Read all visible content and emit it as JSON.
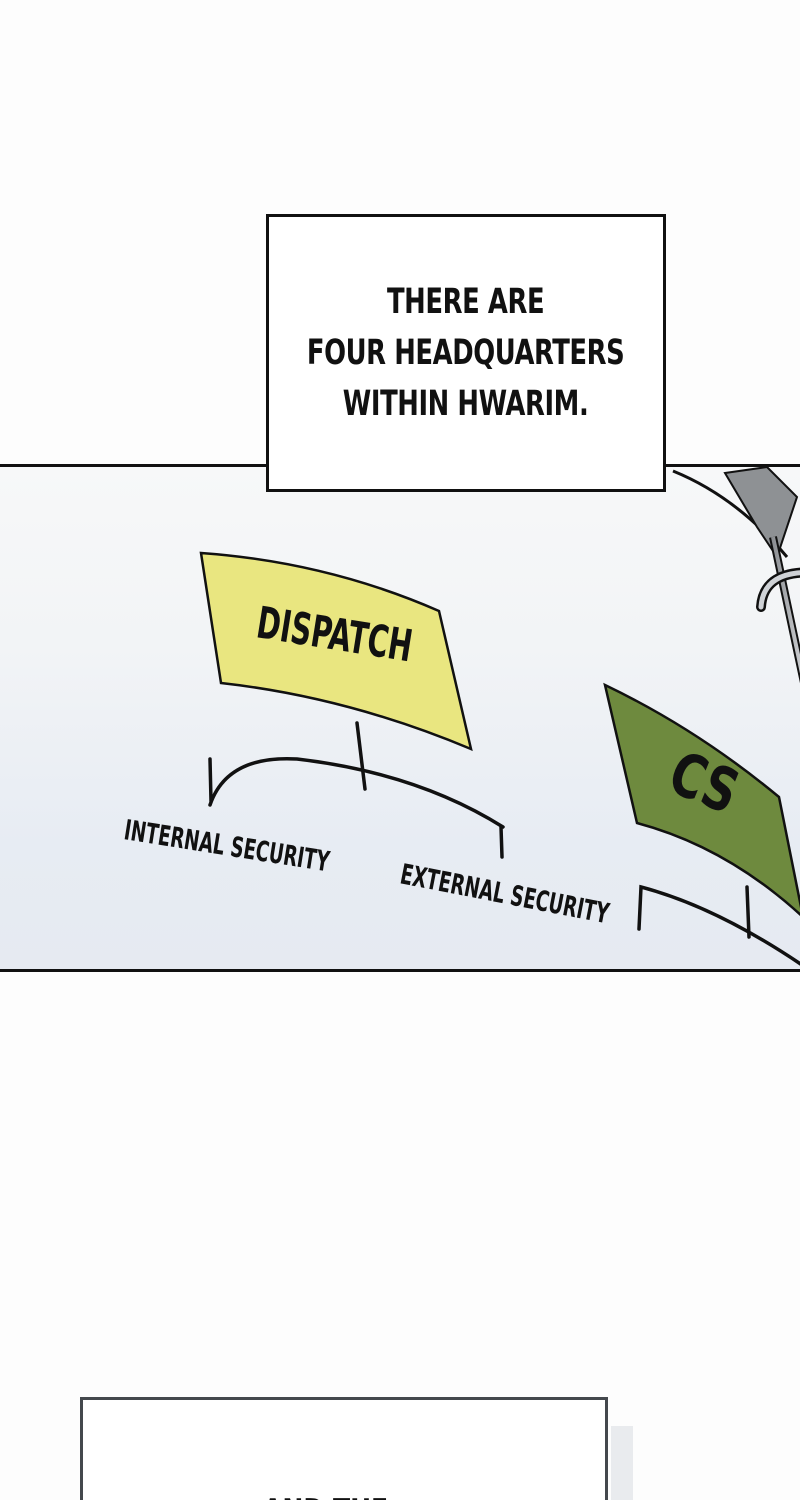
{
  "caption_top": {
    "lines": [
      "THERE ARE",
      "FOUR HEADQUARTERS",
      "WITHIN HWARIM."
    ]
  },
  "panel": {
    "signs": {
      "dispatch": {
        "label": "DISPATCH",
        "color": "#e9e680"
      },
      "cs": {
        "label": "CS",
        "color": "#6e8a3e"
      }
    },
    "branches": {
      "internal": "INTERNAL SECURITY",
      "external": "EXTERNAL SECURITY"
    }
  },
  "caption_bottom": {
    "partial_text": "AND THE"
  }
}
